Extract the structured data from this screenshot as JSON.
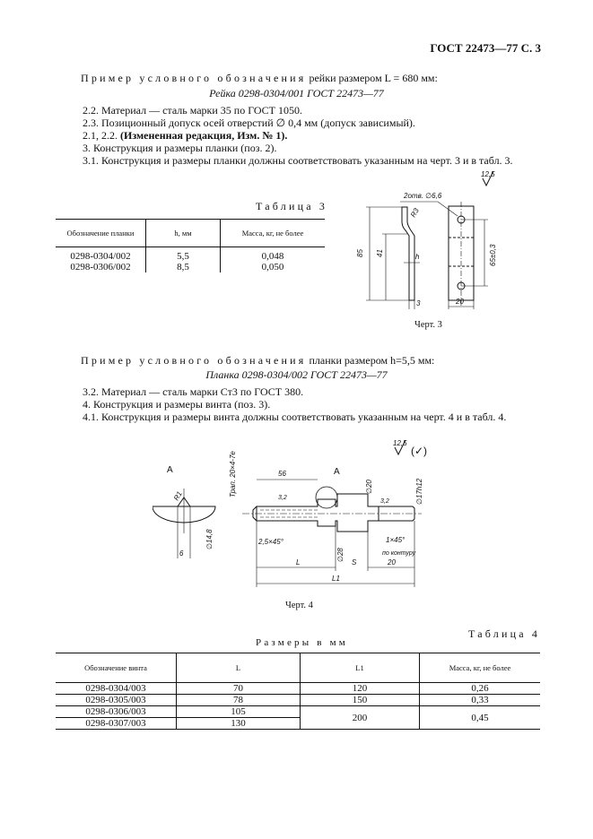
{
  "header": "ГОСТ 22473—77 С. 3",
  "ex1": {
    "label": "Пример условного обозначения",
    "rest": "рейки размером L = 680 мм:",
    "designation": "Рейка 0298-0304/001 ГОСТ 22473—77"
  },
  "p22": "2.2. Материал — сталь марки 35 по ГОСТ 1050.",
  "p23": "2.3. Позиционный допуск осей отверстий ∅ 0,4 мм (допуск зависимый).",
  "p2122_a": "2.1, 2.2.",
  "p2122_b": "(Измененная редакция, Изм. № 1).",
  "p3": "3. Конструкция и размеры планки (поз. 2).",
  "p31": "3.1. Конструкция и размеры планки должны соответствовать указанным на черт. 3 и в табл. 3.",
  "table3": {
    "title": "Таблица 3",
    "headers": [
      "Обозначение планки",
      "h, мм",
      "Масса, кг, не более"
    ],
    "rows": [
      [
        "0298-0304/002",
        "5,5",
        "0,048"
      ],
      [
        "0298-0306/002",
        "8,5",
        "0,050"
      ]
    ]
  },
  "drawing3": {
    "caption": "Черт. 3",
    "dims": {
      "rough": "12,5",
      "holes": "2отв. ∅6,6",
      "r": "R3",
      "h85": "85",
      "h41": "41",
      "h": "h",
      "w3": "3",
      "w20": "20",
      "d65": "65±0,3"
    }
  },
  "ex2": {
    "label": "Пример условного обозначения",
    "rest": "планки размером h=5,5 мм:",
    "designation": "Планка 0298-0304/002 ГОСТ 22473—77"
  },
  "p32": "3.2. Материал — сталь марки Ст3 по ГОСТ 380.",
  "p4": "4. Конструкция и размеры винта (поз. 3).",
  "p41": "4.1. Конструкция и размеры винта должны соответствовать указанным на черт. 4 и в табл. 4.",
  "drawing4": {
    "caption": "Черт. 4",
    "dims": {
      "rough": "12,5",
      "A1": "А",
      "A2": "А",
      "R1": "R1",
      "d148": "∅14,8",
      "six": "6",
      "thread": "Трап. 20×4-7е",
      "l56": "56",
      "r32a": "3,2",
      "r32b": "3,2",
      "d20": "∅20",
      "d17": "∅17h12",
      "ch1": "2,5×45°",
      "d28": "∅28",
      "ch2": "1×45°",
      "ch2b": "по контуру",
      "L": "L",
      "S": "S",
      "l20": "20",
      "L1": "L1"
    }
  },
  "table4": {
    "title": "Таблица 4",
    "subtitle": "Размеры в мм",
    "headers": [
      "Обозначение винта",
      "L",
      "L1",
      "Масса, кг, не более"
    ],
    "rows": [
      {
        "code": "0298-0304/003",
        "L": "70",
        "L1": "120",
        "mass": "0,26"
      },
      {
        "code": "0298-0305/003",
        "L": "78",
        "L1": "150",
        "mass": "0,33"
      },
      {
        "code": "0298-0306/003",
        "L": "105",
        "L1": "200",
        "mass": "0,45"
      },
      {
        "code": "0298-0307/003",
        "L": "130"
      }
    ]
  }
}
